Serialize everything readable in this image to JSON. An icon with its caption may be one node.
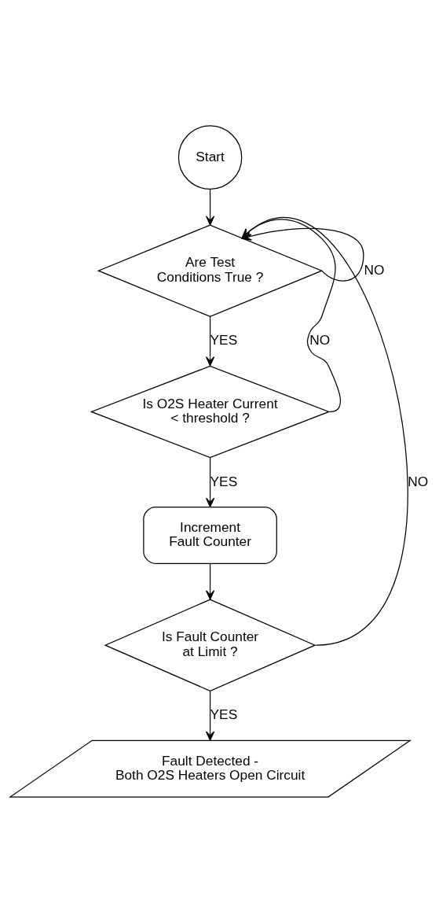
{
  "diagram": {
    "nodes": [
      {
        "text": [
          "Start"
        ]
      },
      {
        "text": [
          "Are Test Conditions True ?"
        ]
      },
      {
        "text": [
          "Is O2S Heater Current < threshold ?"
        ]
      },
      {
        "text": [
          "Increment Fault Counter"
        ]
      },
      {
        "text": [
          "Is Fault Counter at Limit ?"
        ]
      },
      {
        "text": [
          "Fault Detected - Both O2S Heaters Open Circuit"
        ]
      }
    ],
    "edges": [
      {
        "from": 0,
        "to": 1,
        "arrow": "to"
      },
      {
        "from": 1,
        "to": 2,
        "arrow": "to",
        "label": "YES"
      },
      {
        "from": 2,
        "to": 3,
        "arrow": "to",
        "label": "YES"
      },
      {
        "from": 3,
        "to": 4,
        "arrow": "to"
      },
      {
        "from": 4,
        "to": 5,
        "arrow": "to",
        "label": "YES"
      },
      {
        "from": 1,
        "to": 1,
        "arrow": "to",
        "label": "NO"
      },
      {
        "from": 2,
        "to": 1,
        "arrow": "to",
        "label": "NO"
      },
      {
        "from": 4,
        "to": 1,
        "arrow": "to",
        "label": "NO"
      }
    ]
  }
}
